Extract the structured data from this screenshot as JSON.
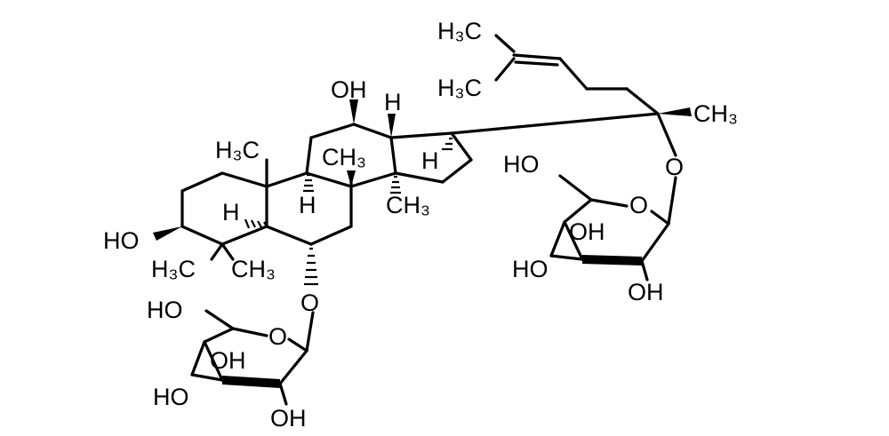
{
  "structure": {
    "labels": {
      "terminal_methyl_a": "H₃C",
      "terminal_methyl_b": "H₃C",
      "oh_c12": "OH",
      "h_c13": "H",
      "c20_methyl": "CH₃",
      "c10_methyl": "H₃C",
      "c8_methyl": "CH₃",
      "h_c9": "H",
      "h_c17": "H",
      "c14_methyl": "CH₃",
      "h_c5": "H",
      "oh_c3": "HO",
      "c4_methyl_a": "H₃C",
      "c4_methyl_b": "CH₃",
      "o_c6": "O",
      "o_c20": "O",
      "sugar1_ho_ch2": "HO",
      "sugar1_ring_o": "O",
      "sugar1_oh_inner": "OH",
      "sugar1_ho_c4": "HO",
      "sugar1_oh_c2": "OH",
      "sugar2_ho_ch2": "HO",
      "sugar2_ring_o": "O",
      "sugar2_oh_inner": "OH",
      "sugar2_ho_c4": "HO",
      "sugar2_oh_c2": "OH"
    }
  }
}
